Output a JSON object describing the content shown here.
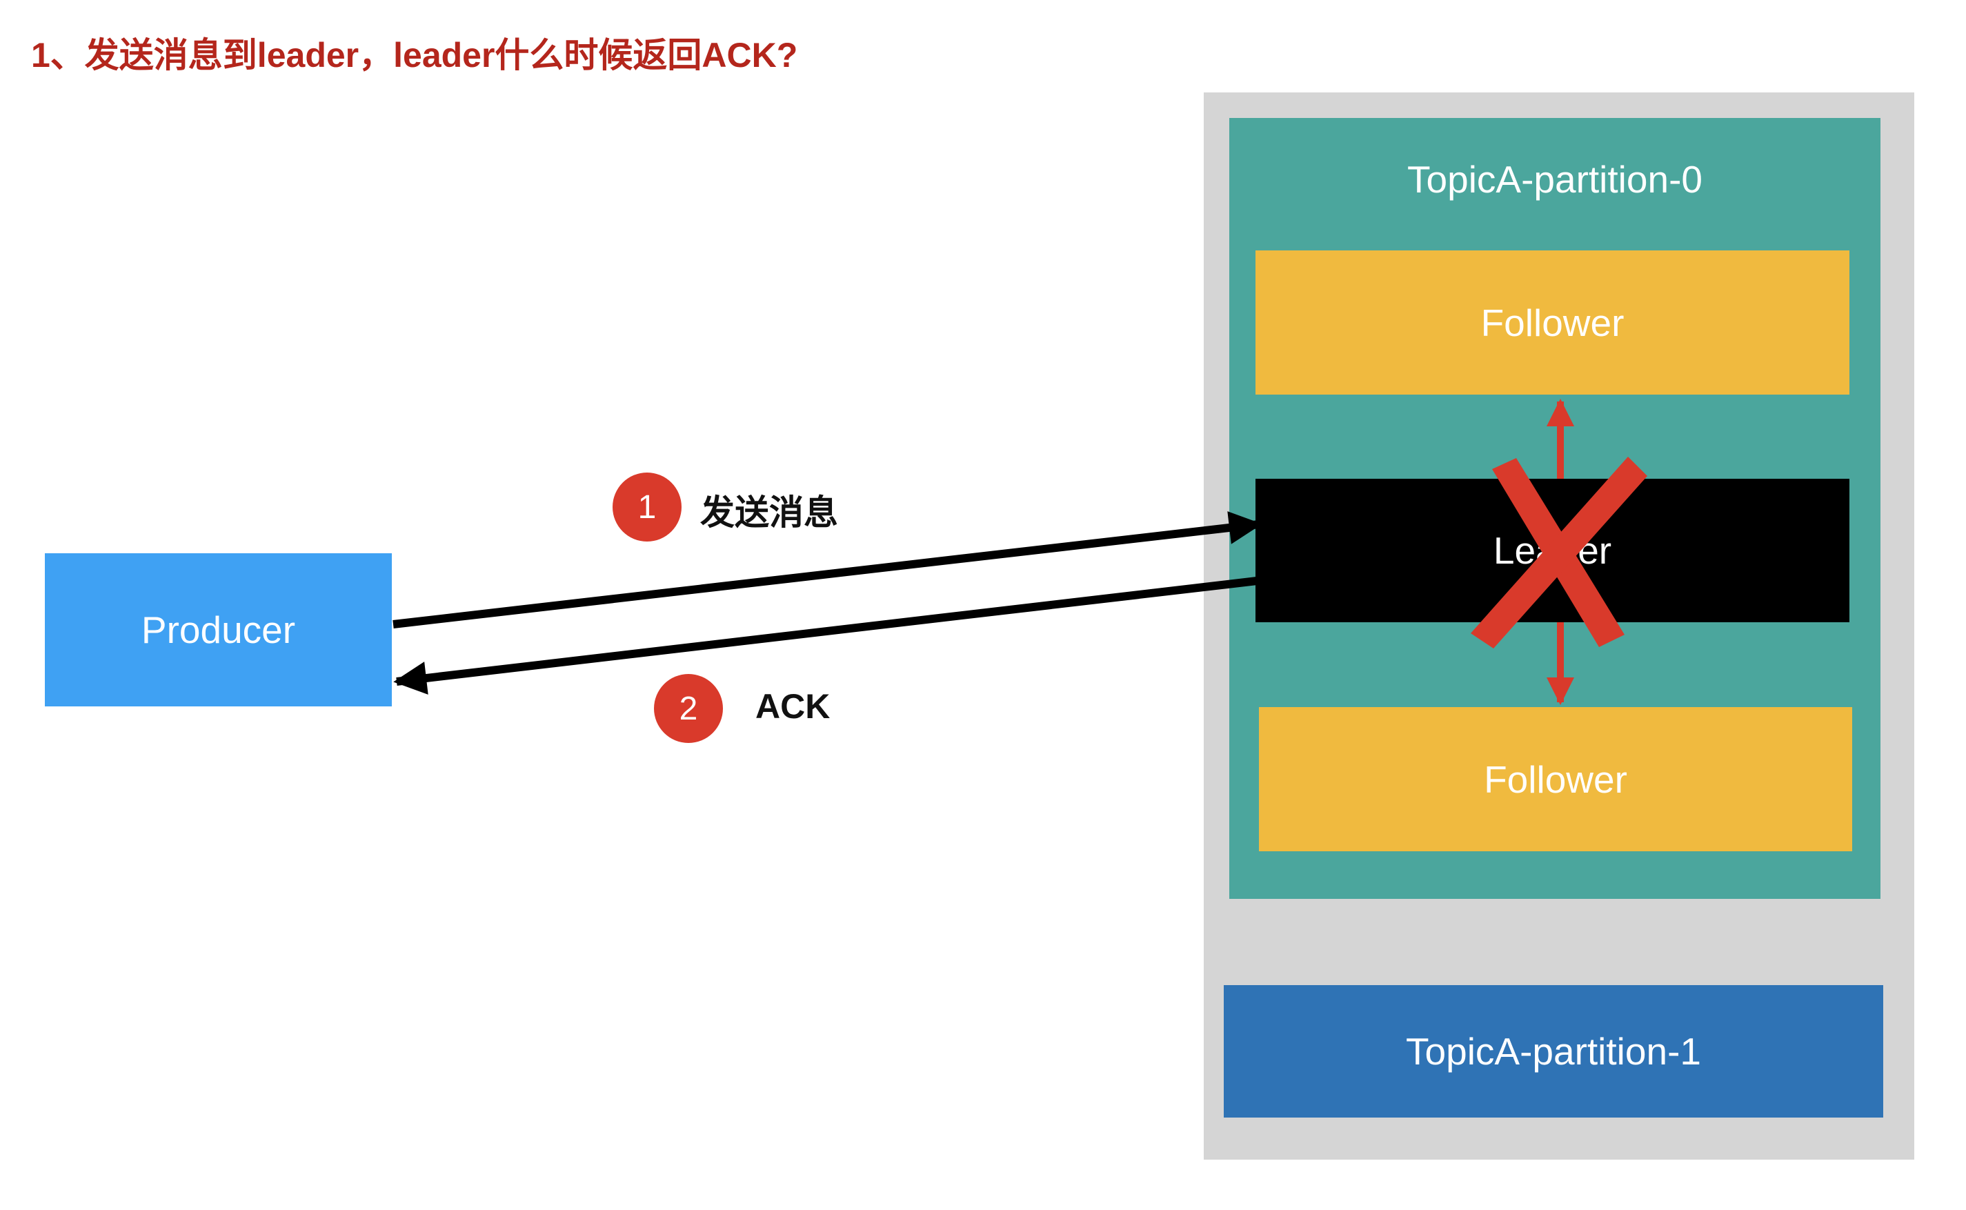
{
  "title": "1、发送消息到leader，leader什么时候返回ACK?",
  "producer": {
    "label": "Producer"
  },
  "partition0": {
    "label": "TopicA-partition-0",
    "follower_top": "Follower",
    "leader": "Leader",
    "follower_bottom": "Follower"
  },
  "partition1": {
    "label": "TopicA-partition-1"
  },
  "steps": [
    {
      "number": "1",
      "label": "发送消息"
    },
    {
      "number": "2",
      "label": "ACK"
    }
  ],
  "colors": {
    "title": "#b4261c",
    "producer": "#3fa1f3",
    "broker": "#d5d5d5",
    "partition0": "#4ba69d",
    "follower": "#f0ba3f",
    "leader": "#000000",
    "partition1": "#2f73b5",
    "badge": "#d93a2b",
    "cross": "#d93a2b"
  },
  "icons": {
    "failure_mark": "red-cross-icon"
  }
}
